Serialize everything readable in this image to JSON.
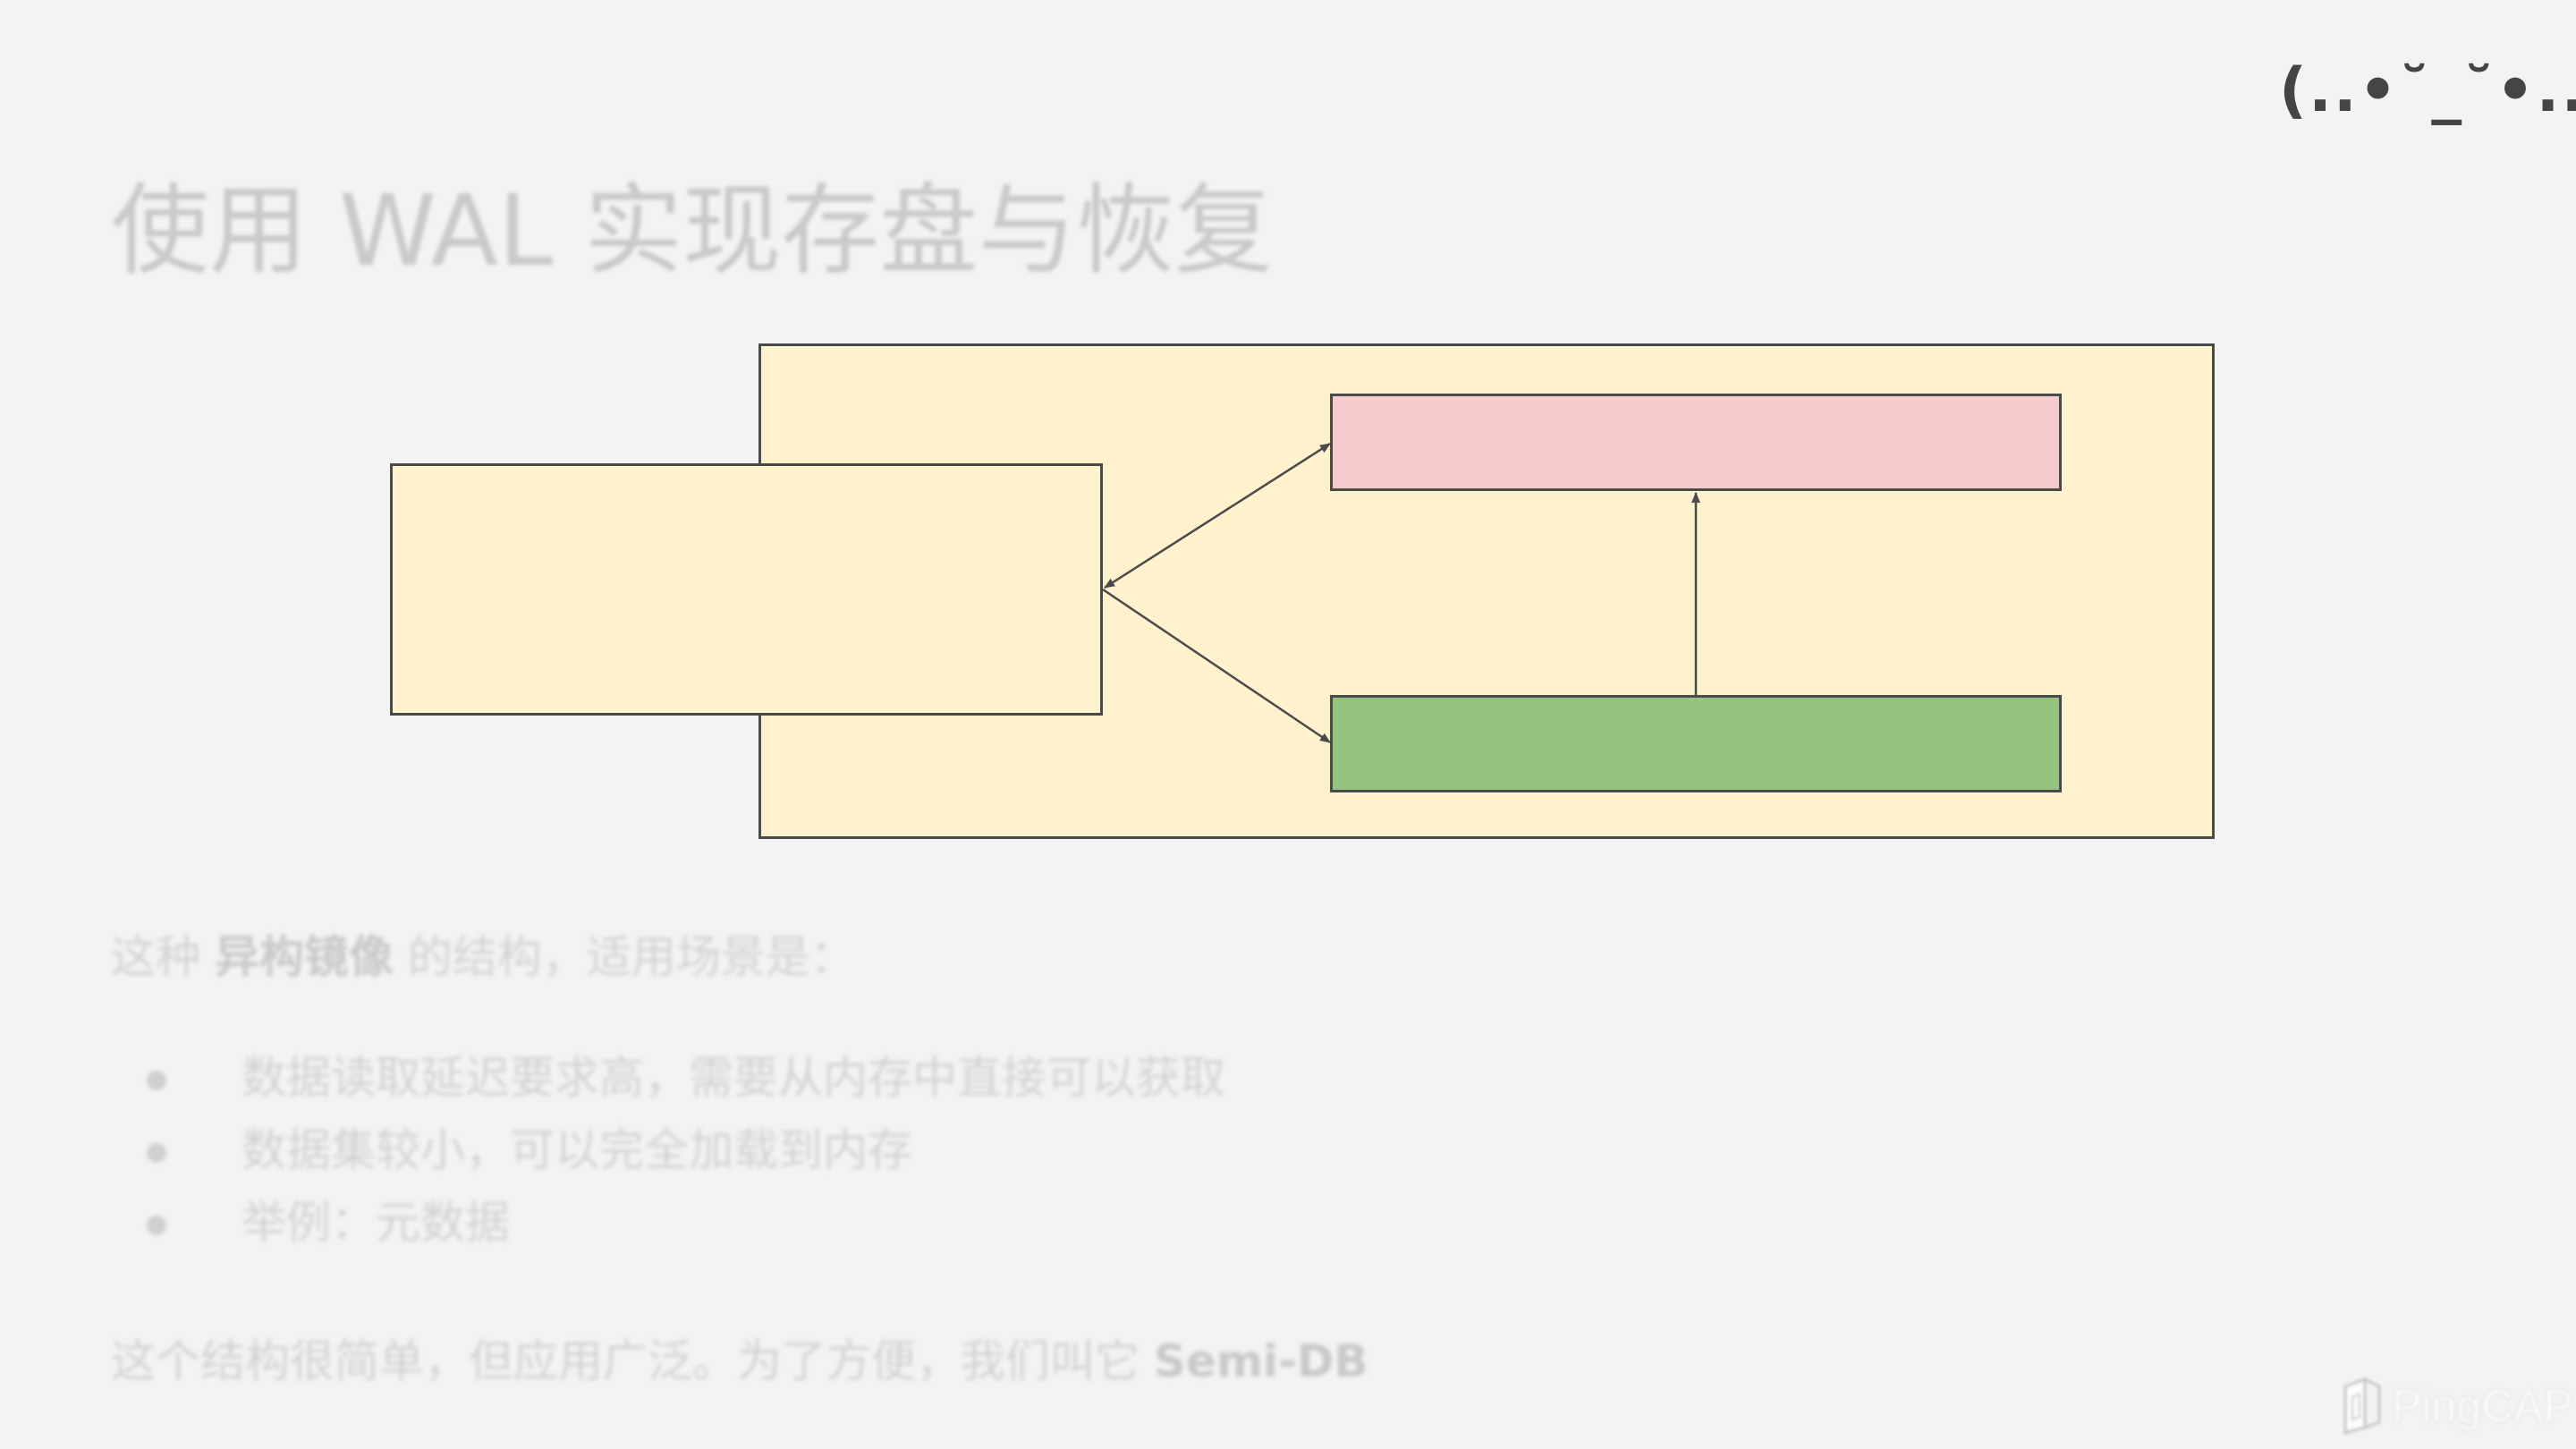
{
  "slide": {
    "emoticon": "(..•˘_˘•..)",
    "title": "使用 WAL 实现存盘与恢复",
    "intro": {
      "prefix": "这种 ",
      "bold": "异构镜像",
      "suffix": " 的结构，适用场景是："
    },
    "bullets": [
      "数据读取延迟要求高，需要从内存中直接可以获取",
      "数据集较小，可以完全加载到内存",
      "举例：元数据"
    ],
    "outro": {
      "text": "这个结构很简单，但应用广泛。为了方便，我们叫它 ",
      "bold": "Semi-DB"
    },
    "logo": {
      "text": "PingCAP",
      "icon": "pingcap-logo-icon"
    }
  },
  "colors": {
    "background": "#f3f3f3",
    "container_fill": "#fff2cc",
    "pink_fill": "#f4cccc",
    "green_fill": "#93c47d",
    "stroke": "#4a4a4a"
  }
}
